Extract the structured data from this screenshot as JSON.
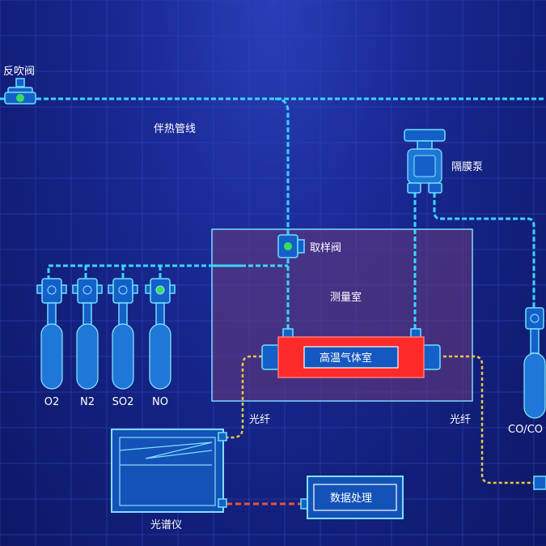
{
  "labels": {
    "backflush_valve": "反吹阀",
    "heat_trace_line": "伴热管线",
    "diaphragm_pump": "隔膜泵",
    "sampling_valve": "取样阀",
    "measurement_room": "测量室",
    "gas_chamber": "高温气体室",
    "fiber_left": "光纤",
    "fiber_right": "光纤",
    "spectrometer": "光谱仪",
    "data_processing": "数据处理",
    "right_cylinder": "CO/CO"
  },
  "cylinders": [
    "O2",
    "N2",
    "SO2",
    "NO"
  ],
  "colors": {
    "pipe": "#39d6ff",
    "fiber": "#e8c84a",
    "chamber": "#ff2a2a",
    "valve_indicator": "#36e05a",
    "background": "#1a2a96"
  }
}
